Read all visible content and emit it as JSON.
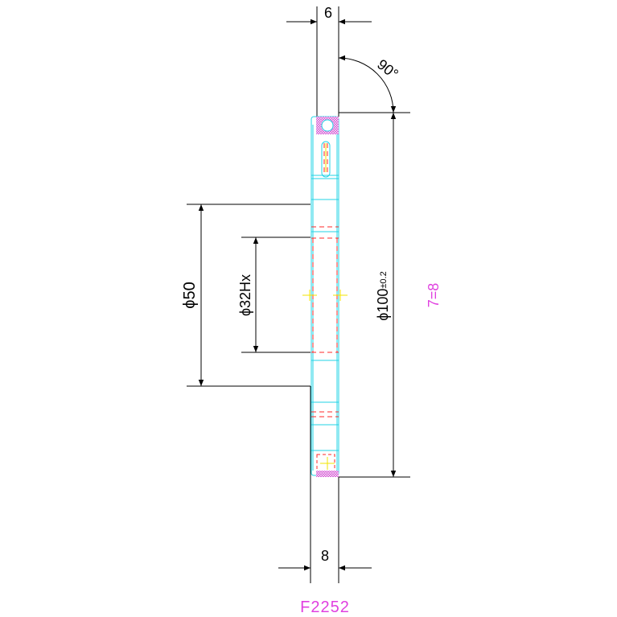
{
  "dimensions": {
    "top_width": "6",
    "angle": "90°",
    "outer_dia": "ϕ100",
    "outer_tol": "±0.2",
    "bore_dia": "ϕ50",
    "inner_dia": "ϕ32Hx",
    "bottom_width": "8"
  },
  "annotations": {
    "teeth": "7=8",
    "part_number": "F2252"
  },
  "colors": {
    "outline": "#000000",
    "cyan": "#22d3e6",
    "red": "#ff2a2a",
    "magenta": "#e040e0",
    "yellow": "#f2e600"
  }
}
